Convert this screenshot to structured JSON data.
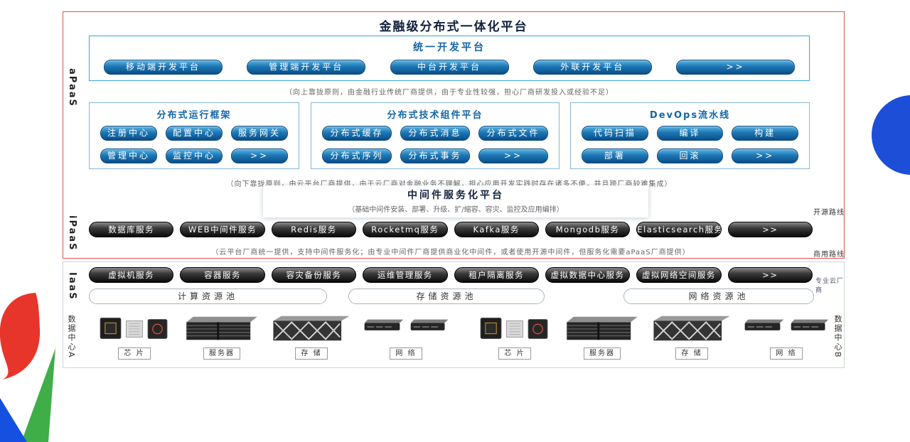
{
  "title": "金融级分布式一体化平台",
  "colors": {
    "accent_blue": "#1266a8",
    "button_blue_top": "#5cb3e2",
    "button_blue_bottom": "#0a4e89",
    "button_dark": "#0a0a0a",
    "outer_border_red": "#e0524e",
    "decor_blue_circle": "#1d4ed8",
    "decor_red": "#e8352b",
    "decor_green": "#3fae49",
    "decor_blue_triangle": "#1550e0"
  },
  "apaas": {
    "label": "aPaaS",
    "unified_dev": {
      "title": "统一开发平台",
      "buttons": [
        "移动端开发平台",
        "管理端开发平台",
        "中台开发平台",
        "外联开发平台",
        ">>"
      ]
    },
    "note_top": "（向上靠拢原则，由金融行业传统厂商提供，由于专业性较强，担心厂商研发投入或经验不足）",
    "groups": [
      {
        "title": "分布式运行框架",
        "buttons": [
          "注册中心",
          "配置中心",
          "服务网关",
          "管理中心",
          "监控中心",
          ">>"
        ]
      },
      {
        "title": "分布式技术组件平台",
        "buttons": [
          "分布式缓存",
          "分布式消息",
          "分布式文件",
          "分布式序列",
          "分布式事务",
          ">>"
        ]
      },
      {
        "title": "DevOps流水线",
        "buttons": [
          "代码扫描",
          "编译",
          "构建",
          "部署",
          "回滚",
          ">>"
        ]
      }
    ],
    "note_bottom": "（向下靠拢原则，由云平台厂商提供，由于云厂商对金融业务不理解，担心应用开发实践时存在诸多不便，并且跨厂商较难集成）"
  },
  "middleware": {
    "title": "中间件服务化平台",
    "note": "（基础中间件安装、部署、升级、扩/缩容、容灾、监控及应用编排）"
  },
  "ipaas": {
    "label": "iPaaS",
    "buttons": [
      "数据库服务",
      "WEB中间件服务",
      "Redis服务",
      "Rocketmq服务",
      "Kafka服务",
      "Mongodb服务",
      "Elasticsearch服务",
      ">>"
    ],
    "note": "（云平台厂商统一提供，支持中间件服务化；由专业中间件厂商提供商业化中间件，或者使用开源中间件，但服务化需要aPaaS厂商提供）"
  },
  "routes": {
    "open_source": "开源路线",
    "commercial": "商用路线"
  },
  "iaas": {
    "label": "IaaS",
    "buttons": [
      "虚拟机服务",
      "容器服务",
      "容灾备份服务",
      "运维管理服务",
      "租户隔离服务",
      "虚拟数据中心服务",
      "虚拟网络空间服务",
      ">>"
    ],
    "vendor": "专业云厂商",
    "pools": [
      "计算资源池",
      "存储资源池",
      "网络资源池"
    ],
    "hardware_labels": [
      "芯 片",
      "服务器",
      "存 储",
      "网 络"
    ],
    "datacenter_left": "数据中心A",
    "datacenter_right": "数据中心B"
  }
}
